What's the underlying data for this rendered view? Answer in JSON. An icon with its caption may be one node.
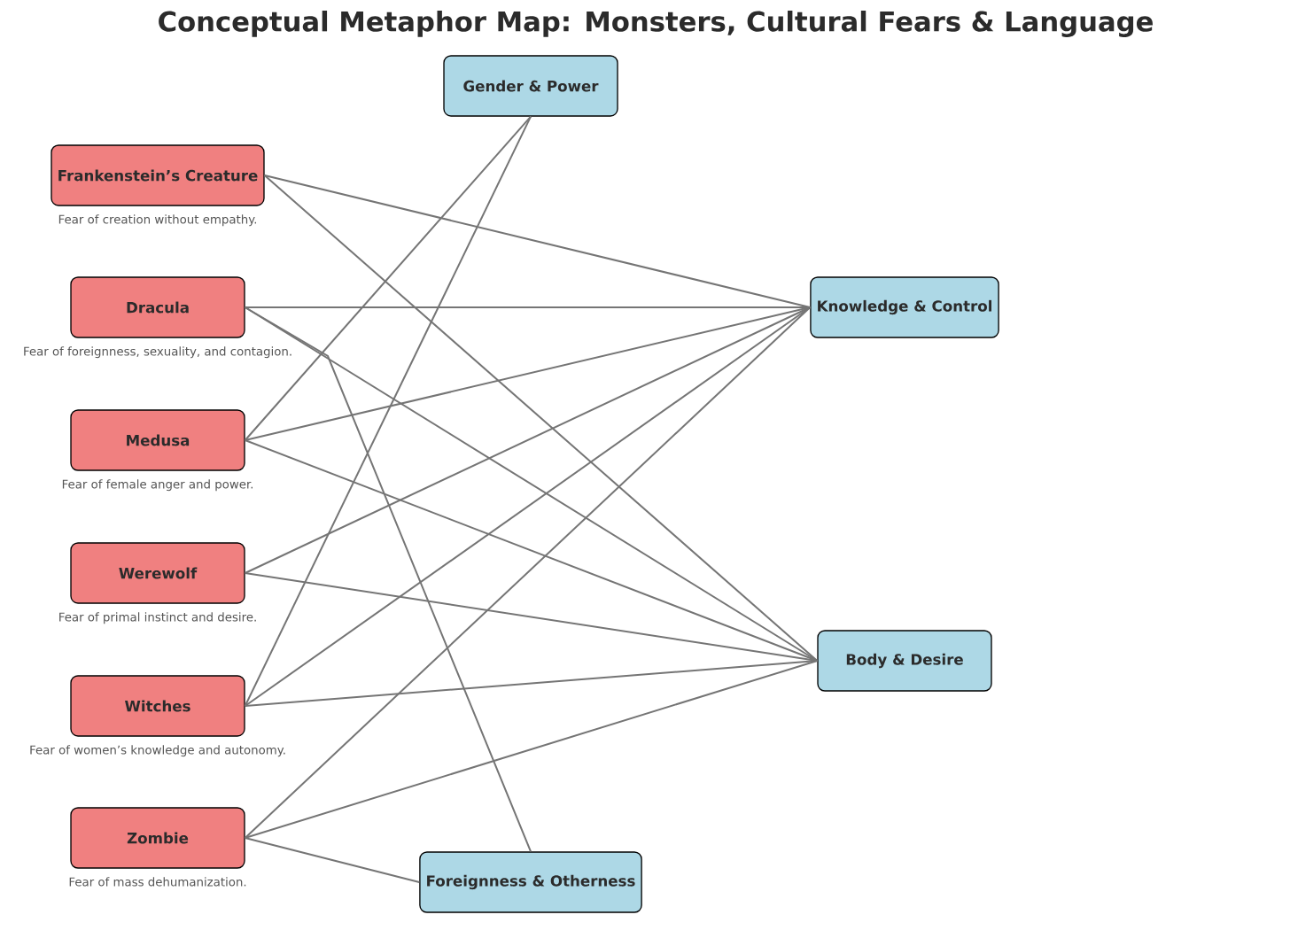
{
  "diagram": {
    "title": "Conceptual Metaphor Map: Monsters, Cultural Fears & Language",
    "nodes": [
      {
        "text": [
          "Frankenstein’s Creature"
        ],
        "beside": [
          "Fear of creation without empathy."
        ]
      },
      {
        "text": [
          "Dracula"
        ],
        "beside": [
          "Fear of foreignness, sexuality, and contagion."
        ]
      },
      {
        "text": [
          "Medusa"
        ],
        "beside": [
          "Fear of female anger and power."
        ]
      },
      {
        "text": [
          "Werewolf"
        ],
        "beside": [
          "Fear of primal instinct and desire."
        ]
      },
      {
        "text": [
          "Witches"
        ],
        "beside": [
          "Fear of women’s knowledge and autonomy."
        ]
      },
      {
        "text": [
          "Zombie"
        ],
        "beside": [
          "Fear of mass dehumanization."
        ]
      },
      {
        "text": [
          "Gender & Power"
        ]
      },
      {
        "text": [
          "Knowledge & Control"
        ]
      },
      {
        "text": [
          "Body & Desire"
        ]
      },
      {
        "text": [
          "Foreignness & Otherness"
        ]
      }
    ],
    "edges": [
      {
        "from": 0,
        "to": 7,
        "arrow": "none"
      },
      {
        "from": 0,
        "to": 8,
        "arrow": "none"
      },
      {
        "from": 1,
        "to": 7,
        "arrow": "none"
      },
      {
        "from": 1,
        "to": 8,
        "arrow": "none"
      },
      {
        "from": 1,
        "to": 9,
        "arrow": "none"
      },
      {
        "from": 2,
        "to": 6,
        "arrow": "none"
      },
      {
        "from": 2,
        "to": 7,
        "arrow": "none"
      },
      {
        "from": 2,
        "to": 8,
        "arrow": "none"
      },
      {
        "from": 3,
        "to": 7,
        "arrow": "none"
      },
      {
        "from": 3,
        "to": 8,
        "arrow": "none"
      },
      {
        "from": 4,
        "to": 6,
        "arrow": "none"
      },
      {
        "from": 4,
        "to": 7,
        "arrow": "none"
      },
      {
        "from": 4,
        "to": 8,
        "arrow": "none"
      },
      {
        "from": 5,
        "to": 7,
        "arrow": "none"
      },
      {
        "from": 5,
        "to": 8,
        "arrow": "none"
      },
      {
        "from": 5,
        "to": 9,
        "arrow": "none"
      }
    ]
  }
}
